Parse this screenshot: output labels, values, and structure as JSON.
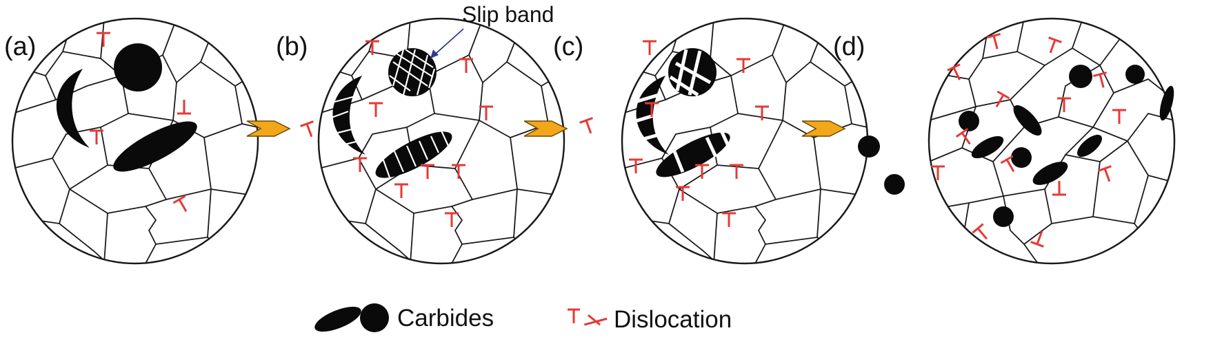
{
  "panels": [
    {
      "id": "a",
      "label": "(a)"
    },
    {
      "id": "b",
      "label": "(b)"
    },
    {
      "id": "c",
      "label": "(c)"
    },
    {
      "id": "d",
      "label": "(d)"
    }
  ],
  "annotation": {
    "slip_band": "Slip band"
  },
  "legend": {
    "carbides": "Carbides",
    "dislocation": "Dislocation"
  },
  "colors": {
    "dislocation": "#e53935",
    "carbide": "#0a0a0a",
    "arrow": "#f2a71b",
    "annotation_arrow": "#2f3b8f"
  }
}
